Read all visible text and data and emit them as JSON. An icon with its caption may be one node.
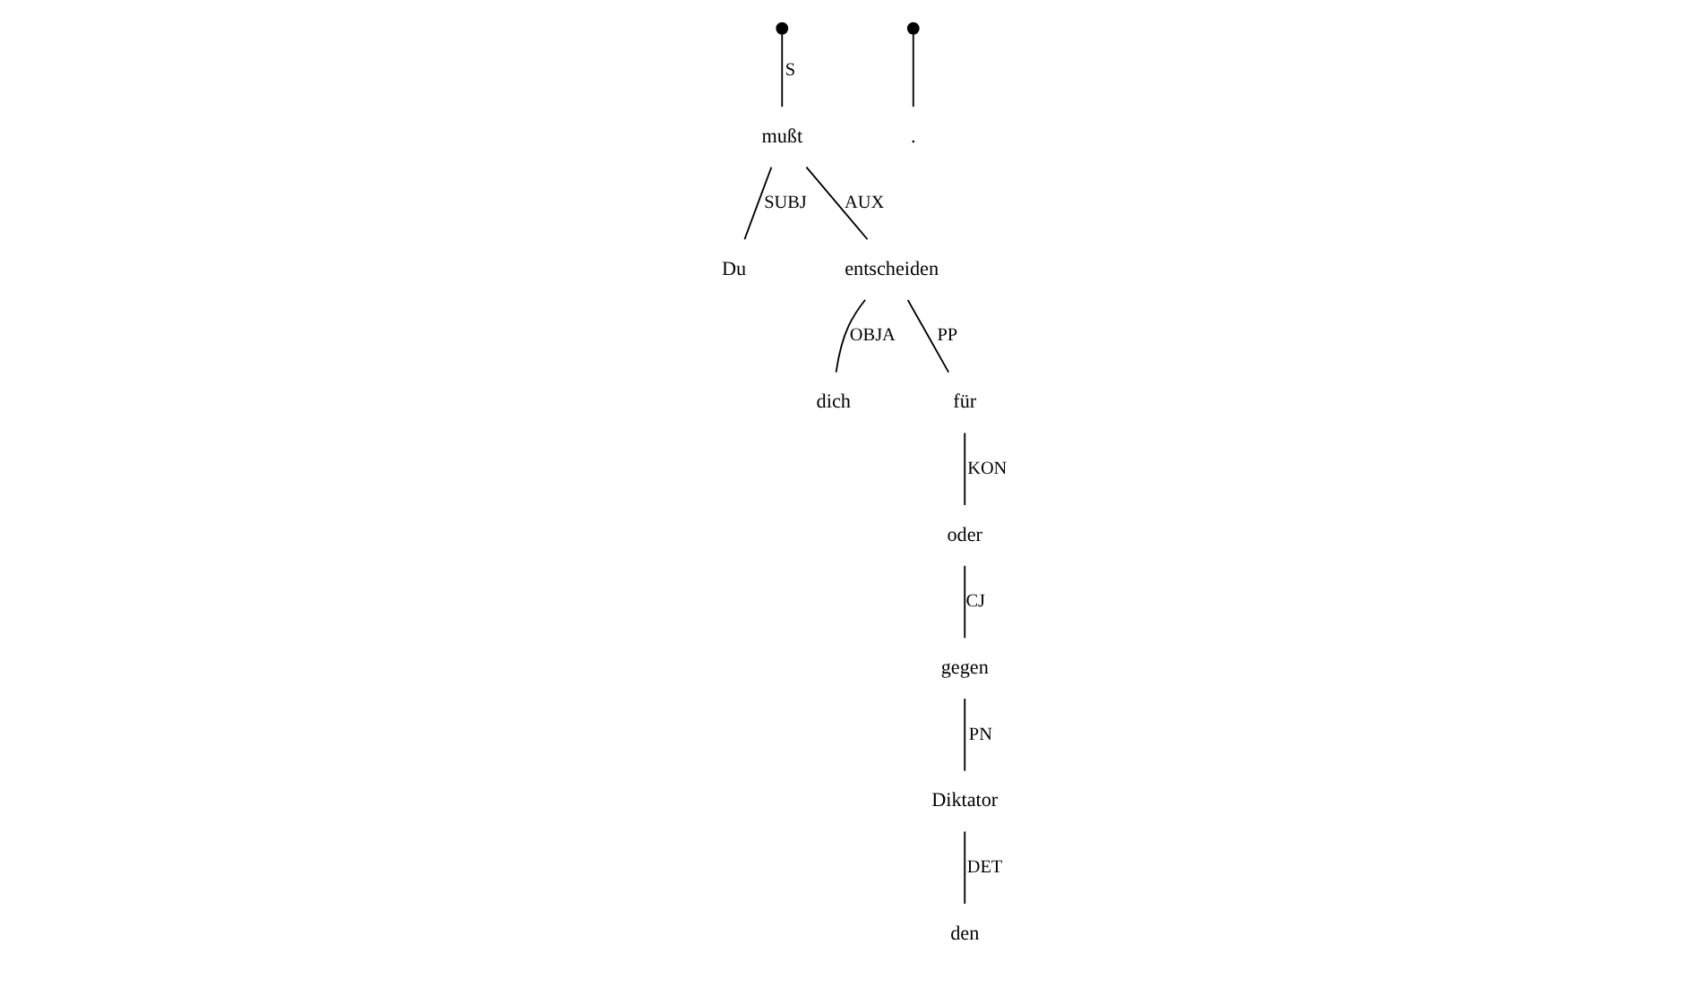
{
  "diagram": {
    "nodes": [
      {
        "text": [],
        "shape": "circle"
      },
      {
        "text": [
          "Du"
        ]
      },
      {
        "text": [
          "mußt"
        ]
      },
      {
        "text": [
          "dich"
        ]
      },
      {
        "text": [
          "für"
        ]
      },
      {
        "text": [
          "oder"
        ]
      },
      {
        "text": [
          "gegen"
        ]
      },
      {
        "text": [
          "den"
        ]
      },
      {
        "text": [
          "Diktator"
        ]
      },
      {
        "text": [
          "entscheiden"
        ]
      },
      {
        "text": [],
        "shape": "circle"
      },
      {
        "text": [
          "."
        ]
      }
    ],
    "edges": [
      {
        "from": 0,
        "to": 2,
        "arrow": "none",
        "label": "S"
      },
      {
        "from": 2,
        "to": 1,
        "arrow": "none",
        "label": "SUBJ"
      },
      {
        "from": 2,
        "to": 9,
        "arrow": "none",
        "label": "AUX"
      },
      {
        "from": 9,
        "to": 3,
        "arrow": "none",
        "label": "OBJA"
      },
      {
        "from": 9,
        "to": 4,
        "arrow": "none",
        "label": "PP"
      },
      {
        "from": 4,
        "to": 5,
        "arrow": "none",
        "label": "KON"
      },
      {
        "from": 5,
        "to": 6,
        "arrow": "none",
        "label": "CJ"
      },
      {
        "from": 6,
        "to": 8,
        "arrow": "none",
        "label": "PN"
      },
      {
        "from": 8,
        "to": 7,
        "arrow": "none",
        "label": "DET"
      },
      {
        "from": 10,
        "to": 11,
        "arrow": "none"
      }
    ]
  }
}
